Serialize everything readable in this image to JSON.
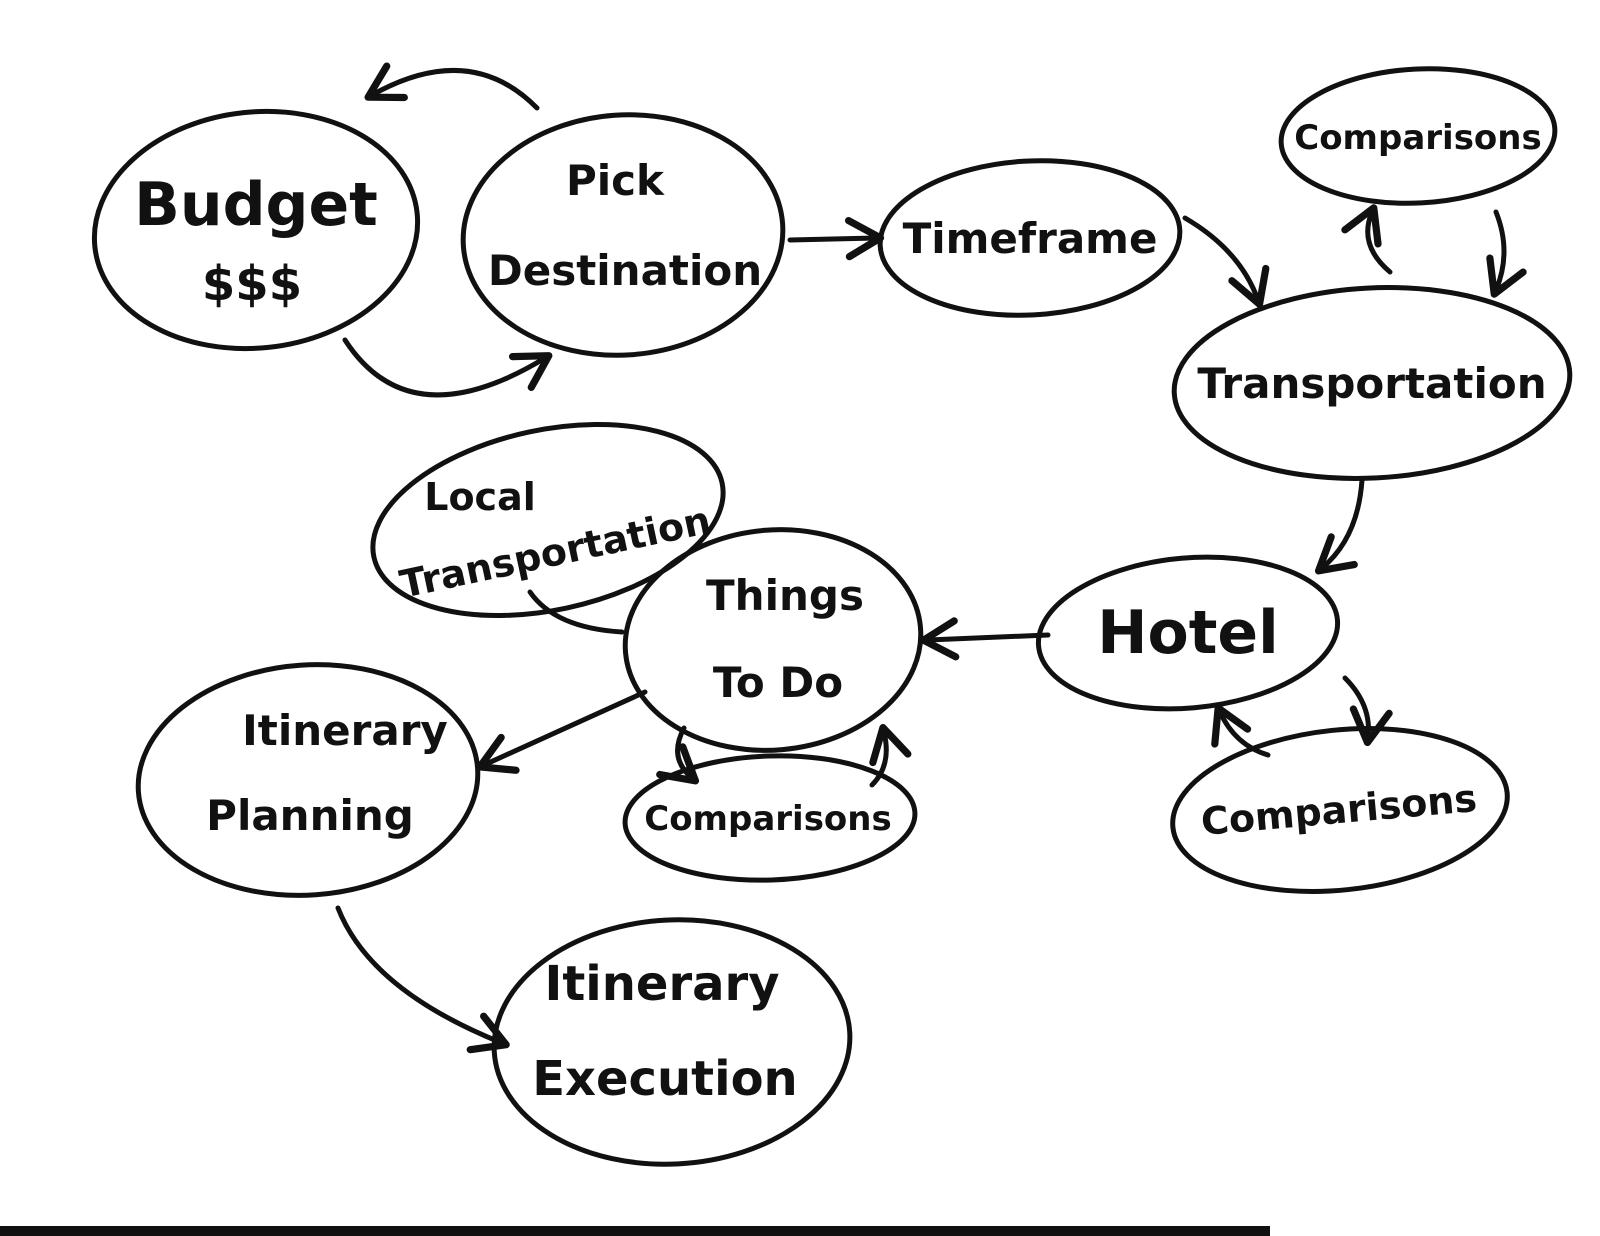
{
  "diagram": {
    "nodes": {
      "budget": [
        "Budget",
        "$$$"
      ],
      "pick_destination": [
        "Pick",
        "Destination"
      ],
      "timeframe": [
        "Timeframe"
      ],
      "comparisons_transport": [
        "Comparisons"
      ],
      "transportation": [
        "Transportation"
      ],
      "local_transportation": [
        "Local",
        "Transportation"
      ],
      "things_to_do": [
        "Things",
        "To Do"
      ],
      "hotel": [
        "Hotel"
      ],
      "itinerary_planning": [
        "Itinerary",
        "Planning"
      ],
      "comparisons_things": [
        "Comparisons"
      ],
      "comparisons_hotel": [
        "Comparisons"
      ],
      "itinerary_execution": [
        "Itinerary",
        "Execution"
      ]
    }
  }
}
